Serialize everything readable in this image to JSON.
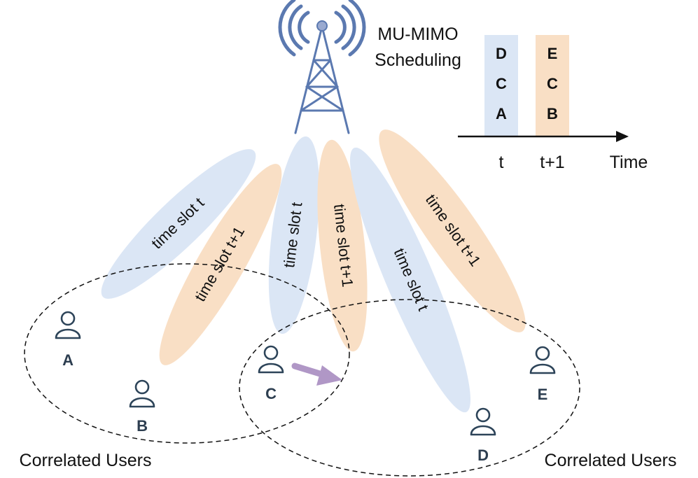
{
  "title": {
    "line1": "MU-MIMO",
    "line2": "Scheduling"
  },
  "colors": {
    "blue": "#dbe6f5",
    "orange": "#f9dfc5",
    "tower": "#5b79b0",
    "user": "#2d4459",
    "arrow": "#b097c6"
  },
  "timeline": {
    "t_label": "t",
    "t1_label": "t+1",
    "axis_label": "Time",
    "slot_t": [
      "D",
      "C",
      "A"
    ],
    "slot_t1": [
      "E",
      "C",
      "B"
    ]
  },
  "beams": [
    {
      "label": "time slot t",
      "color": "blue"
    },
    {
      "label": "time slot t+1",
      "color": "orange"
    },
    {
      "label": "time slot t",
      "color": "blue"
    },
    {
      "label": "time slot t+1",
      "color": "orange"
    },
    {
      "label": "time slot t",
      "color": "blue"
    },
    {
      "label": "time slot t+1",
      "color": "orange"
    }
  ],
  "users": {
    "A": "A",
    "B": "B",
    "C": "C",
    "D": "D",
    "E": "E"
  },
  "groups": {
    "left": "Correlated Users",
    "right": "Correlated Users"
  }
}
